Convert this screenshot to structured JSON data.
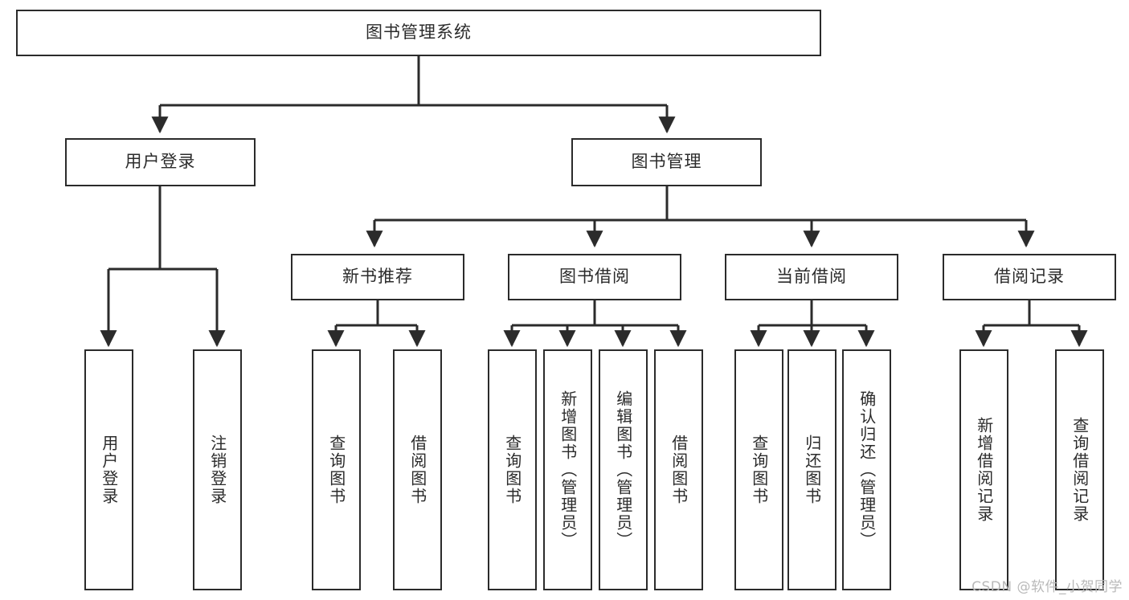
{
  "diagram": {
    "type": "tree-hierarchy-diagram",
    "title_text": "图书管理系统",
    "colors": {
      "background": "#ffffff",
      "box_border": "#2b2b2b",
      "box_fill": "#ffffff",
      "edge": "#2b2b2b",
      "text": "#2b2b2b",
      "watermark": "#b9b9b9"
    },
    "levels": {
      "level0": [
        "图书管理系统"
      ],
      "level1": [
        "用户登录",
        "图书管理"
      ],
      "level2": [
        "新书推荐",
        "图书借阅",
        "当前借阅",
        "借阅记录"
      ],
      "level3": [
        "用户登录",
        "注销登录",
        "查询图书",
        "借阅图书",
        "查询图书",
        "新增图书（管理员）",
        "编辑图书（管理员）",
        "借阅图书",
        "查询图书",
        "归还图书",
        "确认归还（管理员）",
        "新增借阅记录",
        "查询借阅记录"
      ]
    },
    "nodes": {
      "root": {
        "label": "图书管理系统"
      },
      "user_login": {
        "label": "用户登录"
      },
      "book_manage": {
        "label": "图书管理"
      },
      "new_book_rec": {
        "label": "新书推荐"
      },
      "book_borrow": {
        "label": "图书借阅"
      },
      "current_borrow": {
        "label": "当前借阅"
      },
      "borrow_record": {
        "label": "借阅记录"
      },
      "leaf_user_login": {
        "label": "用户登录"
      },
      "leaf_user_logout": {
        "label": "注销登录"
      },
      "leaf_nbr_query": {
        "label": "查询图书"
      },
      "leaf_nbr_borrow": {
        "label": "借阅图书"
      },
      "leaf_bb_query": {
        "label": "查询图书"
      },
      "leaf_bb_add": {
        "label": "新增图书（管理员）"
      },
      "leaf_bb_edit": {
        "label": "编辑图书（管理员）"
      },
      "leaf_bb_borrow": {
        "label": "借阅图书"
      },
      "leaf_cb_query": {
        "label": "查询图书"
      },
      "leaf_cb_return": {
        "label": "归还图书"
      },
      "leaf_cb_confirm": {
        "label": "确认归还（管理员）"
      },
      "leaf_br_add": {
        "label": "新增借阅记录"
      },
      "leaf_br_query": {
        "label": "查询借阅记录"
      }
    }
  },
  "watermark": {
    "text": "CSDN @软件_小贺同学"
  }
}
